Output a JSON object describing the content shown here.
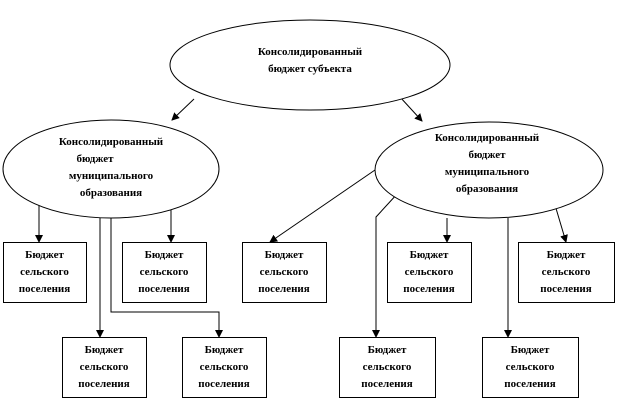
{
  "root": {
    "lines": [
      "Консолидированный",
      "бюджет субъекта"
    ]
  },
  "municipal": [
    {
      "lines": [
        "Консолидированный",
        "бюджет",
        "муниципального",
        "образования"
      ]
    },
    {
      "lines": [
        "Консолидированный",
        "бюджет",
        "муниципального",
        "образования"
      ]
    }
  ],
  "settlements": [
    {
      "lines": [
        "Бюджет",
        "сельского",
        "поселения"
      ]
    },
    {
      "lines": [
        "Бюджет",
        "сельского",
        "поселения"
      ]
    },
    {
      "lines": [
        "Бюджет",
        "сельского",
        "поселения"
      ]
    },
    {
      "lines": [
        "Бюджет",
        "сельского",
        "поселения"
      ]
    },
    {
      "lines": [
        "Бюджет",
        "сельского",
        "поселения"
      ]
    },
    {
      "lines": [
        "Бюджет",
        "сельского",
        "поселения"
      ]
    },
    {
      "lines": [
        "Бюджет",
        "сельского",
        "поселения"
      ]
    },
    {
      "lines": [
        "Бюджет",
        "сельского",
        "поселения"
      ]
    },
    {
      "lines": [
        "Бюджет",
        "сельского",
        "поселения"
      ]
    }
  ]
}
